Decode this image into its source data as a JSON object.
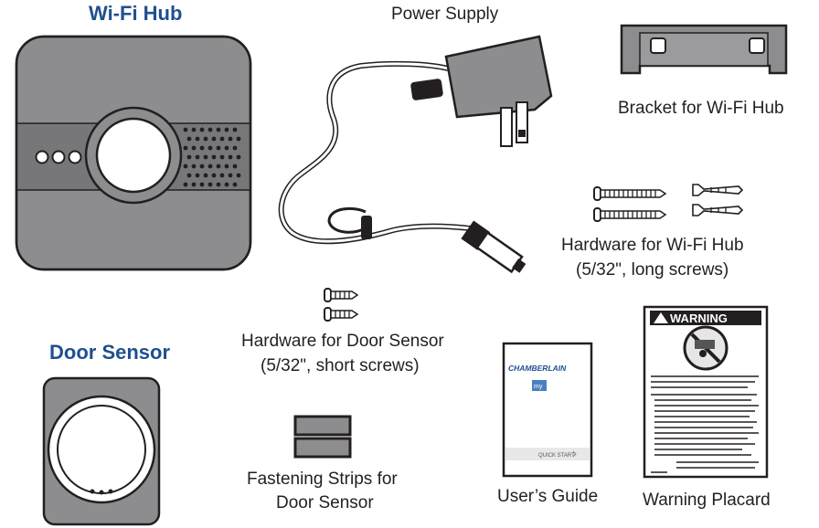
{
  "labels": {
    "wifi_hub": "Wi-Fi Hub",
    "power_supply": "Power Supply",
    "bracket": "Bracket for Wi-Fi Hub",
    "hub_hardware_line1": "Hardware for Wi-Fi Hub",
    "hub_hardware_line2": "(5/32\", long screws)",
    "door_sensor": "Door Sensor",
    "sensor_hardware_line1": "Hardware for Door Sensor",
    "sensor_hardware_line2": "(5/32\", short screws)",
    "strips_line1": "Fastening Strips for",
    "strips_line2": "Door Sensor",
    "users_guide": "User’s Guide",
    "warning_placard": "Warning Placard"
  },
  "guide": {
    "brand": "CHAMBERLAIN",
    "logo": "my",
    "footer": "QUICK START"
  },
  "placard": {
    "header": "WARNING"
  },
  "colors": {
    "device_gray": "#8d8d8f",
    "outline": "#231f20",
    "title_blue": "#1f4f8f"
  }
}
